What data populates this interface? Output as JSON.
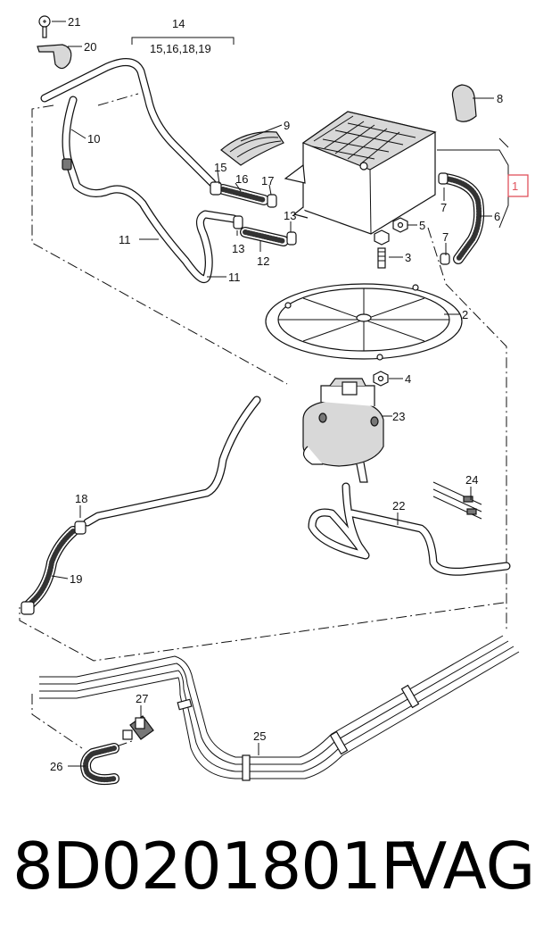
{
  "diagram": {
    "callouts": {
      "c1": "1",
      "c2": "2",
      "c3": "3",
      "c4": "4",
      "c5": "5",
      "c6": "6",
      "c7a": "7",
      "c7b": "7",
      "c8": "8",
      "c9": "9",
      "c10": "10",
      "c11a": "11",
      "c11b": "11",
      "c12": "12",
      "c13a": "13",
      "c13b": "13",
      "c14": "14",
      "c14_sub": "15,16,18,19",
      "c15": "15",
      "c16": "16",
      "c17": "17",
      "c18": "18",
      "c19": "19",
      "c20": "20",
      "c21": "21",
      "c22": "22",
      "c23": "23",
      "c24": "24",
      "c25": "25",
      "c26": "26",
      "c27": "27"
    },
    "highlight_color": "#e0525c"
  },
  "footer": {
    "part_number": "8D0201801F",
    "brand": "VAG"
  }
}
